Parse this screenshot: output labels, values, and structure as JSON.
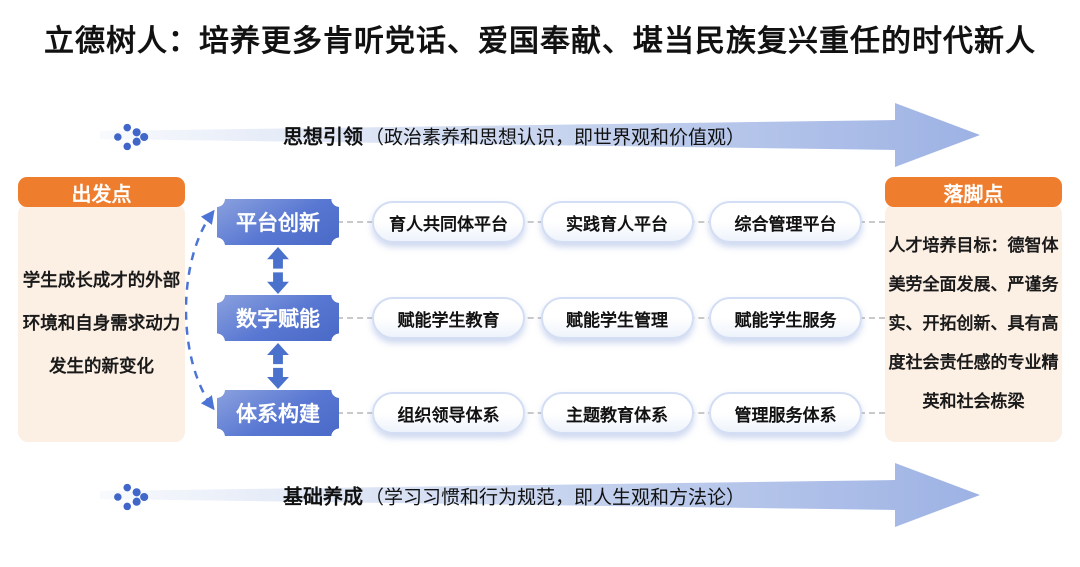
{
  "title": "立德树人：培养更多肯听党话、爱国奉献、堪当民族复兴重任的时代新人",
  "banners": {
    "top": {
      "label": "思想引领",
      "desc": "（政治素养和思想认识，即世界观和价值观）"
    },
    "bottom": {
      "label": "基础养成",
      "desc": "（学习习惯和行为规范，即人生观和方法论）"
    }
  },
  "start_panel": {
    "header": "出发点",
    "body": "学生成长成才的外部\n环境和自身需求动力\n发生的新变化"
  },
  "end_panel": {
    "header": "落脚点",
    "body": "人才培养目标：德智体\n美劳全面发展、严谨务\n实、开拓创新、具有高\n度社会责任感的专业精\n英和社会栋梁"
  },
  "rows": [
    {
      "category": "平台创新",
      "items": [
        "育人共同体平台",
        "实践育人平台",
        "综合管理平台"
      ]
    },
    {
      "category": "数字赋能",
      "items": [
        "赋能学生教育",
        "赋能学生管理",
        "赋能学生服务"
      ]
    },
    {
      "category": "体系构建",
      "items": [
        "组织领导体系",
        "主题教育体系",
        "管理服务体系"
      ]
    }
  ],
  "icons": {
    "chevron_dots": "dotted-chevron-right",
    "banner_arrow": "tapered-right-arrow",
    "double_arrow": "vertical-double-arrow",
    "feedback_arc": "dashed-double-headed-arc"
  },
  "colors": {
    "orange": "#EE7D2E",
    "peach": "#FCEFE4",
    "category-blue": "#5573CE",
    "arrow-blue": "#4A71CC",
    "banner-blue": "#9DB2E4",
    "pill-border": "#D3DEF4",
    "dot-blue": "#3F66C8",
    "connector-gray": "#C9C9C9"
  }
}
